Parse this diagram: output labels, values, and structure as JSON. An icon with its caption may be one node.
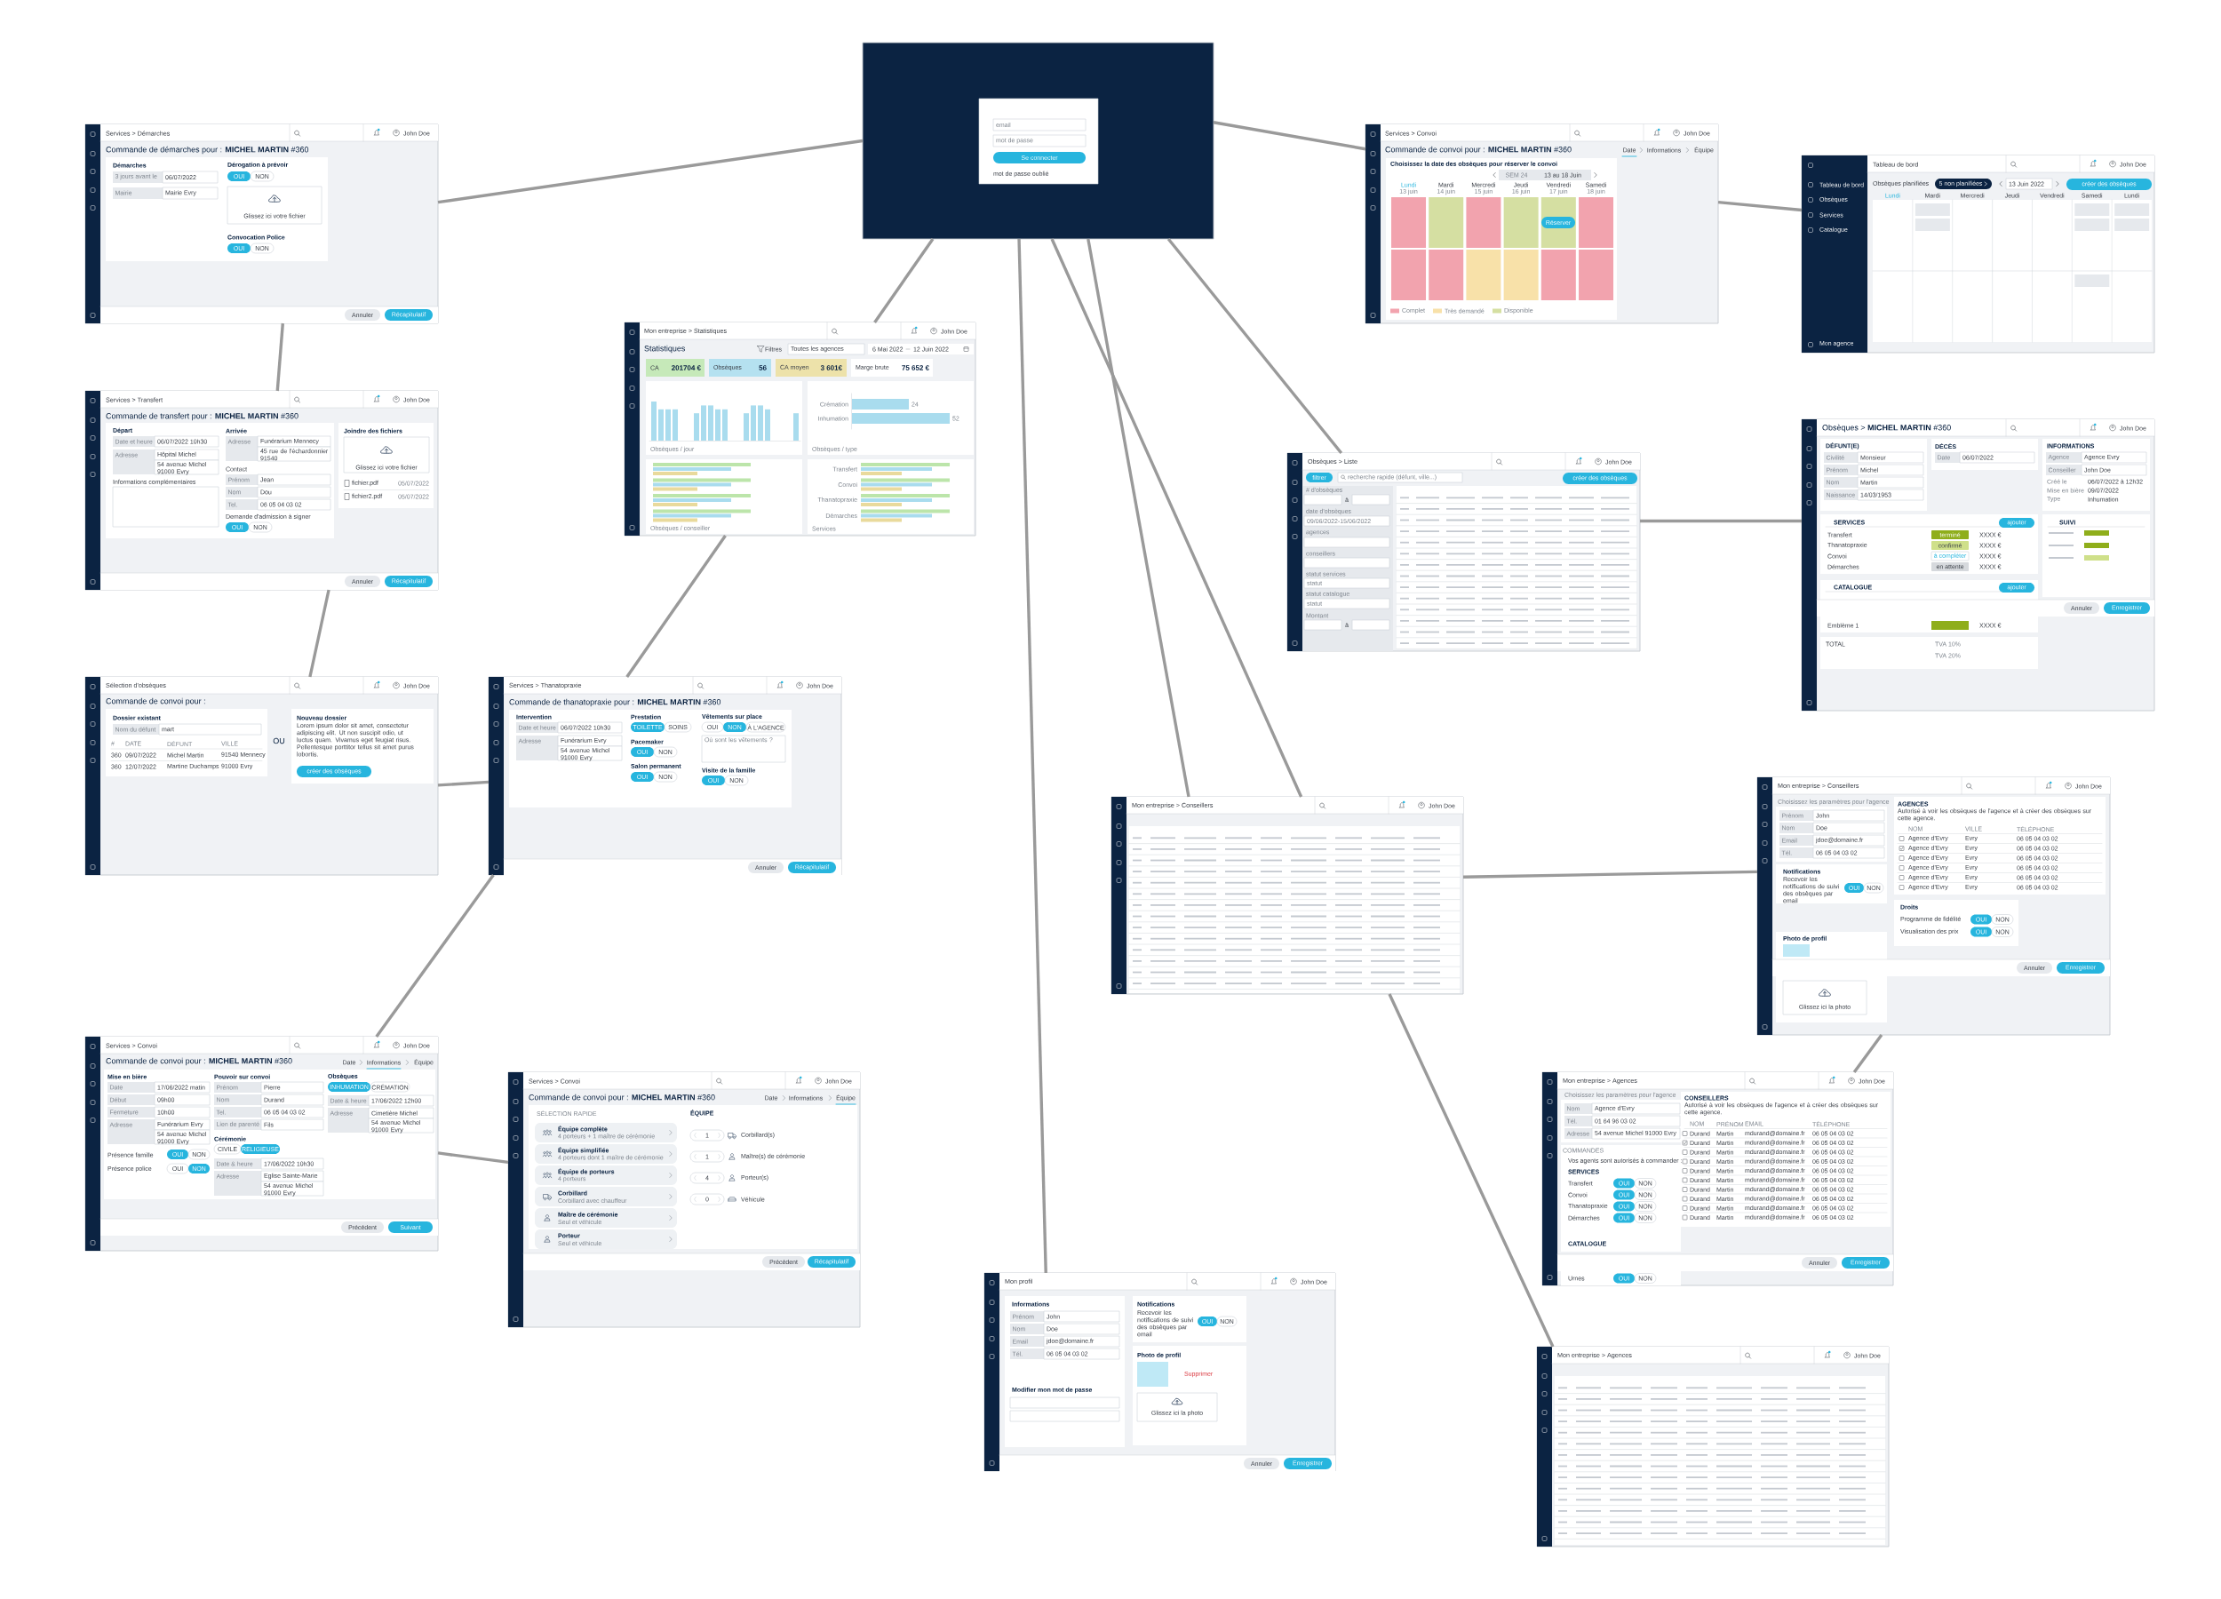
{
  "diagram": {
    "nodes": [
      {
        "text": [
          "email",
          "mot de passe",
          "Se connecter",
          "mot de passe oublié"
        ]
      },
      {
        "text": [
          "Services > Démarches",
          "John Doe",
          "Commande de démarches pour : **MICHEL MARTIN** #360",
          "Démarches",
          "3 jours avant le",
          "06/07/2022",
          "Mairie",
          "Mairie Evry",
          "Dérogation à prévoir",
          "OUI",
          "NON",
          "Glissez ici votre fichier",
          "Convocation Police",
          "OUI",
          "NON",
          "Annuler",
          "Récapitulatif"
        ]
      },
      {
        "text": [
          "Services > Convoi",
          "John Doe",
          "Commande de convoi pour : **MICHEL MARTIN** #360",
          "Date",
          "Informations",
          "Équipe",
          "Choisissez la date des obsèques pour réserver le convoi",
          "SEM 24",
          "13 au 18 Juin",
          "Lundi",
          "Mardi",
          "Mercredi",
          "Jeudi",
          "Vendredi",
          "Samedi",
          "13 juin",
          "14 juin",
          "15 juin",
          "16 juin",
          "17 juin",
          "18 juin",
          "Réserver"
        ]
      },
      {
        "text": [
          "Tableau de bord",
          "John Doe",
          "Tableau de bord",
          "Obsèques",
          "Services",
          "Catalogue",
          "Mon agence",
          "Obsèques planifiées",
          "5 non planifiées",
          "13 Juin 2022",
          "créer des obsèques",
          "Lundi",
          "Mardi",
          "Mercredi",
          "Jeudi",
          "Vendredi",
          "Samedi",
          "Lundi"
        ]
      },
      {
        "text": [
          "Mon entreprise > Statistiques",
          "John Doe",
          "Statistiques",
          "Filtres",
          "Toutes les agences",
          "6 Mai 2022",
          "12 Juin 2022",
          "CA",
          "201704 €",
          "Obsèques",
          "56",
          "CA moyen",
          "3 601€",
          "Marge brute",
          "75 652 €",
          "Obsèques / jour",
          "Crémation",
          "Inhumation",
          "24",
          "52",
          "Obsèques / type",
          "Transfert",
          "Convoi",
          "Thanatopraxie",
          "Démarches",
          "Obsèques / conseiller",
          "Services"
        ]
      },
      {
        "text": [
          "Services > Transfert",
          "John Doe",
          "Commande de transfert pour : **MICHEL MARTIN** #360",
          "Départ",
          "Date et heure",
          "06/07/2022 10h30",
          "Adresse",
          "Hôpital Michel",
          "54 avenue Michel 91000 Evry",
          "Informations complémentaires",
          "Arrivée",
          "Adresse",
          "Funérarium Mennecy",
          "45 rue de l'échardonnier 91540",
          "Contact",
          "Prénom",
          "Jean",
          "Nom",
          "Dou",
          "Tel.",
          "06 05 04 03 02",
          "Demande d'admission à signer",
          "OUI",
          "NON",
          "Joindre des fichiers",
          "Glissez ici votre fichier",
          "fichier.pdf",
          "05/07/2022",
          "fichier2.pdf",
          "05/07/2022",
          "Annuler",
          "Récapitulatif"
        ]
      },
      {
        "text": [
          "Obsèques > Liste",
          "John Doe",
          "filtrer",
          "recherche rapide (défunt, ville...)",
          "créer des obsèques",
          "# d'obsèques",
          "à",
          "date d'obsèques",
          "09/06/2022-15/06/2022",
          "agences",
          "conseillers",
          "statut services",
          "statut",
          "statut catalogue",
          "statut",
          "Montant",
          "à"
        ]
      },
      {
        "text": [
          "Obsèques > **MICHEL MARTIN** #360",
          "John Doe",
          "DÉFUNT(E)",
          "Civilité",
          "Monsieur",
          "Prénom",
          "Michel",
          "Nom",
          "Martin",
          "Naissance",
          "14/03/1953",
          "DÉCÈS",
          "Date",
          "06/07/2022",
          "INFORMATIONS",
          "Agence",
          "Agence Evry",
          "Conseiller",
          "John Doe",
          "Créé le",
          "06/07/2022 à 12h32",
          "Mise en bière",
          "09/07/2022",
          "Type",
          "Inhumation",
          "SERVICES",
          "ajouter",
          "Transfert",
          "terminé",
          "XXXX €",
          "Thanatopraxie",
          "confirmé",
          "XXXX €",
          "Convoi",
          "à compléter",
          "XXXX €",
          "Démarches",
          "en attente",
          "XXXX €",
          "SUIVI",
          "CATALOGUE",
          "ajouter",
          "Emblème 1",
          "XXXX €",
          "TOTAL",
          "TVA 10%",
          "TVA 20%",
          "Annuler",
          "Enregistrer"
        ]
      },
      {
        "text": [
          "Sélection d'obsèques",
          "John Doe",
          "Commande de convoi pour :",
          "Dossier existant",
          "Nom du défunt",
          "mart",
          "#",
          "DATE",
          "DÉFUNT",
          "VILLE",
          "360",
          "09/07/2022",
          "Michel Martin",
          "91540 Mennecy",
          "360",
          "12/07/2022",
          "Martine Duchamps",
          "91000 Evry",
          "OU",
          "Nouveau dossier",
          "Lorem ipsum dolor sit amet, consectetur adipiscing elit. Ut non suscipit odio, ut luctus quam. Vivamus eget feugiat risus. Pellentesque porttitor tellus sit amet purus lobortis.",
          "créer des obsèques"
        ]
      },
      {
        "text": [
          "Services > Thanatopraxie",
          "John Doe",
          "Commande de thanatopraxie pour : **MICHEL MARTIN** #360",
          "Intervention",
          "Date et heure",
          "06/07/2022 10h30",
          "Adresse",
          "Funérarium Evry",
          "54 avenue Michel 91000 Evry",
          "Prestation",
          "TOILETTE",
          "SOINS",
          "Pacemaker",
          "OUI",
          "NON",
          "Salon permanent",
          "OUI",
          "NON",
          "Vêtements sur place",
          "OUI",
          "NON",
          "À L'AGENCE",
          "Où sont les vêtements ?",
          "Visite de la famille",
          "OUI",
          "NON",
          "Annuler",
          "Récapitulatif"
        ]
      },
      {
        "text": [
          "Mon entreprise > Conseillers",
          "John Doe",
          "Choisissez les paramètres pour l'agence",
          "Prénom",
          "John",
          "Nom",
          "Doe",
          "Email",
          "jdoe@domaine.fr",
          "Tél.",
          "06 05 04 03 02",
          "Notifications",
          "Recevoir les notifications de suivi des obsèques par email",
          "OUI",
          "NON",
          "Photo de profil",
          "Glissez ici la photo",
          "AGENCES",
          "Autorisé à voir les obsèques de l'agence et à créer des obsèques sur cette agence.",
          "NOM",
          "VILLE",
          "TÉLÉPHONE",
          "Agence d'Evry",
          "Evry",
          "06 05 04 03 02",
          "Agence d'Evry",
          "Evry",
          "06 05 04 03 02",
          "Agence d'Evry",
          "Evry",
          "06 05 04 03 02",
          "Agence d'Evry",
          "Evry",
          "06 05 04 03 02",
          "Agence d'Evry",
          "Evry",
          "06 05 04 03 02",
          "Agence d'Evry",
          "Evry",
          "06 05 04 03 02",
          "Droits",
          "Programme de fidélité",
          "OUI",
          "NON",
          "Visualisation des prix",
          "OUI",
          "NON",
          "Annuler",
          "Enregistrer"
        ]
      },
      {
        "text": [
          "Mon entreprise > Conseillers",
          "John Doe"
        ]
      },
      {
        "text": [
          "Services > Convoi",
          "John Doe",
          "Commande de convoi pour : **MICHEL MARTIN** #360",
          "Date",
          "Informations",
          "Équipe",
          "Mise en bière",
          "Date",
          "17/06/2022 matin",
          "Début",
          "09h00",
          "Fermeture",
          "10h00",
          "Adresse",
          "Funérarium Evry",
          "54 avenue Michel 91000 Evry",
          "Présence famille",
          "OUI",
          "NON",
          "Présence police",
          "OUI",
          "NON",
          "Pouvoir sur convoi",
          "Prénom",
          "Pierre",
          "Nom",
          "Durand",
          "Tel.",
          "06 05 04 03 02",
          "Lien de parenté",
          "Fils",
          "Cérémonie",
          "CIVILE",
          "RELIGIEUSE",
          "Date & heure",
          "17/06/2022 10h30",
          "Adresse",
          "Eglise Sainte-Marie",
          "54 avenue Michel 91000 Evry",
          "Obsèques",
          "INHUMATION",
          "CRÉMATION",
          "Date & heure",
          "17/06/2022 12h00",
          "Adresse",
          "Cimetière Michel",
          "54 avenue Michel 91000 Evry",
          "Précédent",
          "Suivant"
        ]
      },
      {
        "text": [
          "Services > Convoi",
          "John Doe",
          "Commande de convoi pour : **MICHEL MARTIN** #360",
          "Date",
          "Informations",
          "Équipe",
          "SÉLECTION RAPIDE",
          "Équipe complète",
          "4 porteurs + 1 maître de cérémonie",
          "Équipe simplifiée",
          "4 porteurs dont 1 maître de cérémonie",
          "Équipe de porteurs",
          "4 porteurs",
          "Corbillard",
          "Corbillard avec chauffeur",
          "Maître de cérémonie",
          "Seul et véhicule",
          "Porteur",
          "Seul et véhicule",
          "ÉQUIPE",
          "1",
          "Corbillard(s)",
          "1",
          "Maître(s) de cérémonie",
          "4",
          "Porteur(s)",
          "0",
          "Véhicule",
          "Précédent",
          "Récapitulatif"
        ]
      },
      {
        "text": [
          "Mon entreprise > Agences",
          "John Doe",
          "Choisissez les paramètres pour l'agence",
          "Nom",
          "Agence d'Evry",
          "Tél.",
          "01 64 96 03 02",
          "Adresse",
          "54 avenue Michel 91000 Evry",
          "COMMANDES",
          "Vos agents sont autorisés à commander :",
          "SERVICES",
          "Transfert",
          "OUI",
          "NON",
          "Convoi",
          "OUI",
          "NON",
          "Thanatopraxie",
          "OUI",
          "NON",
          "Démarches",
          "OUI",
          "NON",
          "CATALOGUE",
          "Urnes",
          "OUI",
          "NON",
          "CONSEILLERS",
          "Autorisé à voir les obsèques de l'agence et à créer des obsèques sur cette agence.",
          "NOM",
          "PRÉNOM",
          "EMAIL",
          "TÉLÉPHONE",
          "Durand",
          "Martin",
          "mdurand@domaine.fr",
          "06 05 04 03 02",
          "Durand",
          "Martin",
          "mdurand@domaine.fr",
          "06 05 04 03 02",
          "Durand",
          "Martin",
          "mdurand@domaine.fr",
          "06 05 04 03 02",
          "Durand",
          "Martin",
          "mdurand@domaine.fr",
          "06 05 04 03 02",
          "Durand",
          "Martin",
          "mdurand@domaine.fr",
          "06 05 04 03 02",
          "Durand",
          "Martin",
          "mdurand@domaine.fr",
          "06 05 04 03 02",
          "Durand",
          "Martin",
          "mdurand@domaine.fr",
          "06 05 04 03 02",
          "Durand",
          "Martin",
          "mdurand@domaine.fr",
          "06 05 04 03 02",
          "Durand",
          "Martin",
          "mdurand@domaine.fr",
          "06 05 04 03 02",
          "Durand",
          "Martin",
          "mdurand@domaine.fr",
          "06 05 04 03 02",
          "Annuler",
          "Enregistrer"
        ]
      },
      {
        "text": [
          "Mon profil",
          "John Doe",
          "Informations",
          "Prénom",
          "John",
          "Nom",
          "Doe",
          "Email",
          "jdoe@domaine.fr",
          "Tél.",
          "06 05 04 03 02",
          "Modifier mon mot de passe",
          "Notifications",
          "Recevoir les notifications de suivi des obsèques par email",
          "OUI",
          "NON",
          "Photo de profil",
          "Supprimer",
          "Glissez ici la photo",
          "Annuler",
          "Enregistrer"
        ]
      },
      {
        "text": [
          "Mon entreprise > Agences",
          "John Doe"
        ]
      }
    ],
    "edges": [
      {
        "from": 0,
        "to": 1,
        "arrow": "none"
      },
      {
        "from": 1,
        "to": 5,
        "arrow": "none"
      },
      {
        "from": 5,
        "to": 8,
        "arrow": "none"
      },
      {
        "from": 8,
        "to": 9,
        "arrow": "none"
      },
      {
        "from": 9,
        "to": 12,
        "arrow": "none"
      },
      {
        "from": 12,
        "to": 13,
        "arrow": "none"
      },
      {
        "from": 0,
        "to": 4,
        "arrow": "none"
      },
      {
        "from": 4,
        "to": 9,
        "arrow": "none"
      },
      {
        "from": 0,
        "to": 2,
        "arrow": "none"
      },
      {
        "from": 2,
        "to": 3,
        "arrow": "none"
      },
      {
        "from": 0,
        "to": 6,
        "arrow": "none"
      },
      {
        "from": 6,
        "to": 7,
        "arrow": "none"
      },
      {
        "from": 0,
        "to": 11,
        "arrow": "none"
      },
      {
        "from": 0,
        "to": 11,
        "arrow": "none"
      },
      {
        "from": 11,
        "to": 10,
        "arrow": "none"
      },
      {
        "from": 11,
        "to": 16,
        "arrow": "none"
      },
      {
        "from": 10,
        "to": 14,
        "arrow": "none"
      },
      {
        "from": 0,
        "to": 15,
        "arrow": "none"
      }
    ],
    "legend": [
      {
        "text": "Complet",
        "color": "#f2a3ae"
      },
      {
        "text": "Très demandé",
        "color": "#f8e1a9"
      },
      {
        "text": "Disponible",
        "color": "#d5dfa2"
      }
    ]
  }
}
